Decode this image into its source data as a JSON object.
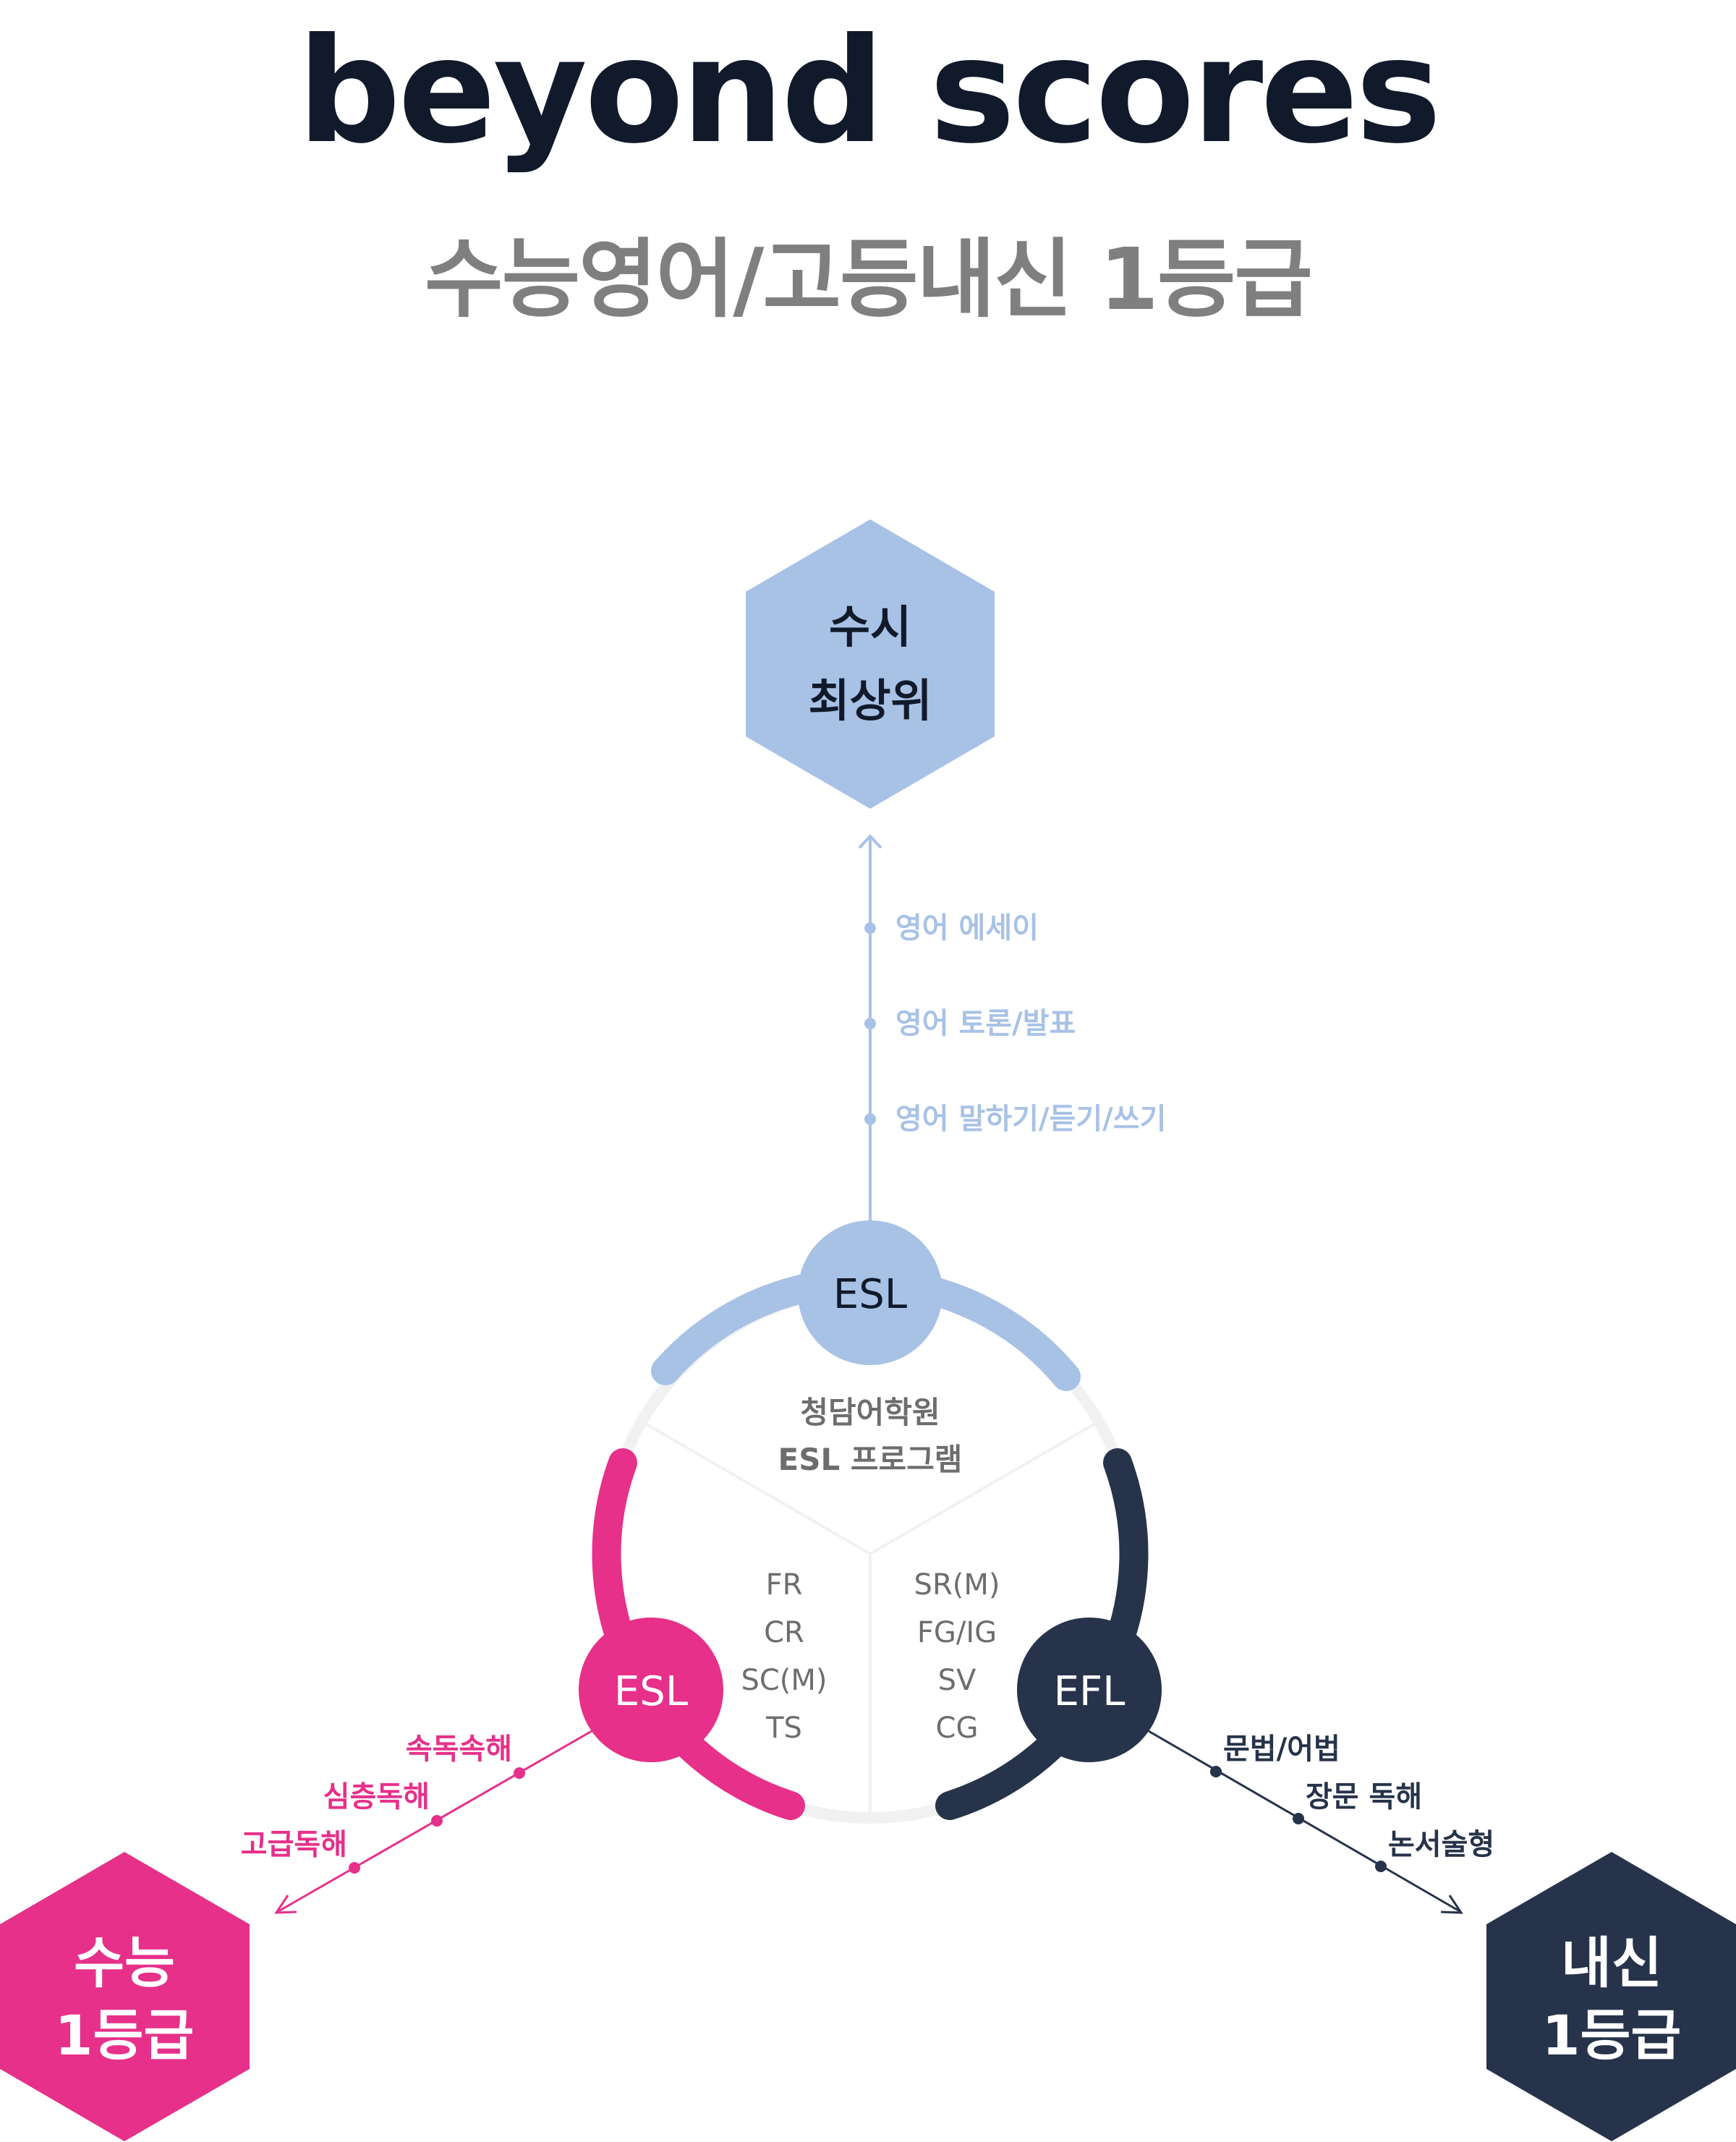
{
  "header": {
    "title": "beyond scores",
    "subtitle": "수능영어/고등내신 1등급"
  },
  "colors": {
    "blue": "#a8c2e6",
    "pink": "#e6308a",
    "navy": "#26334a",
    "ring": "#f1f1f1",
    "inner_text": "#6d6d6d",
    "dark": "#111a2b"
  },
  "goals": {
    "top": {
      "line1": "수시",
      "line2": "최상위"
    },
    "left": {
      "line1": "수능",
      "line2": "1등급"
    },
    "right": {
      "line1": "내신",
      "line2": "1등급"
    }
  },
  "nodes": {
    "top": "ESL",
    "left": "ESL",
    "right": "EFL"
  },
  "center": {
    "line1": "청담어학원",
    "line2": "ESL 프로그램",
    "left_list": [
      "FR",
      "CR",
      "SC(M)",
      "TS"
    ],
    "right_list": [
      "SR(M)",
      "FG/IG",
      "SV",
      "CG"
    ]
  },
  "paths": {
    "top": [
      "영어 에세이",
      "영어 토론/발표",
      "영어 말하기/듣기/쓰기"
    ],
    "left": [
      "속독속해",
      "심층독해",
      "고급독해"
    ],
    "right": [
      "문법/어법",
      "장문 독해",
      "논서술형"
    ]
  }
}
